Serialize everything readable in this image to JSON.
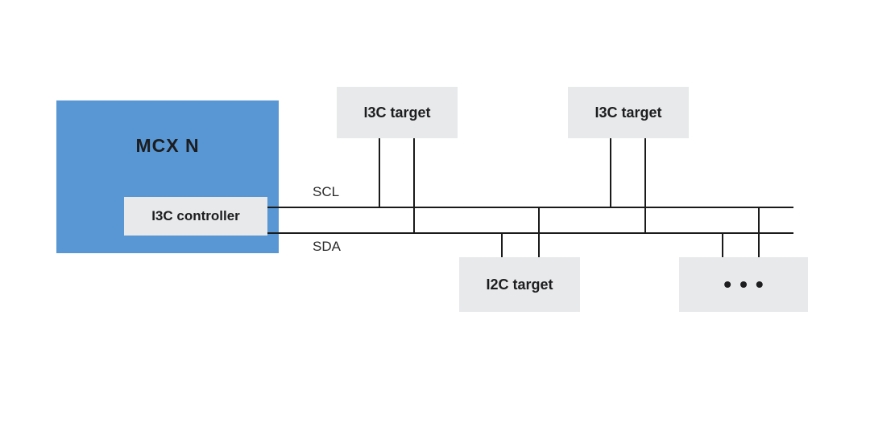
{
  "diagram": {
    "mcx_block": {
      "title": "MCX N",
      "controller_label": "I3C controller"
    },
    "bus": {
      "scl_label": "SCL",
      "sda_label": "SDA"
    },
    "targets": [
      {
        "label": "I3C target",
        "position": "top"
      },
      {
        "label": "I3C target",
        "position": "top"
      },
      {
        "label": "I2C target",
        "position": "bottom"
      },
      {
        "label": "•••",
        "position": "bottom"
      }
    ],
    "colors": {
      "mcx_block_fill": "#5897d3",
      "target_block_fill": "#e7e9eb",
      "wire": "#1a1a1a",
      "text": "#1d1d1f",
      "background": "#ffffff"
    }
  }
}
